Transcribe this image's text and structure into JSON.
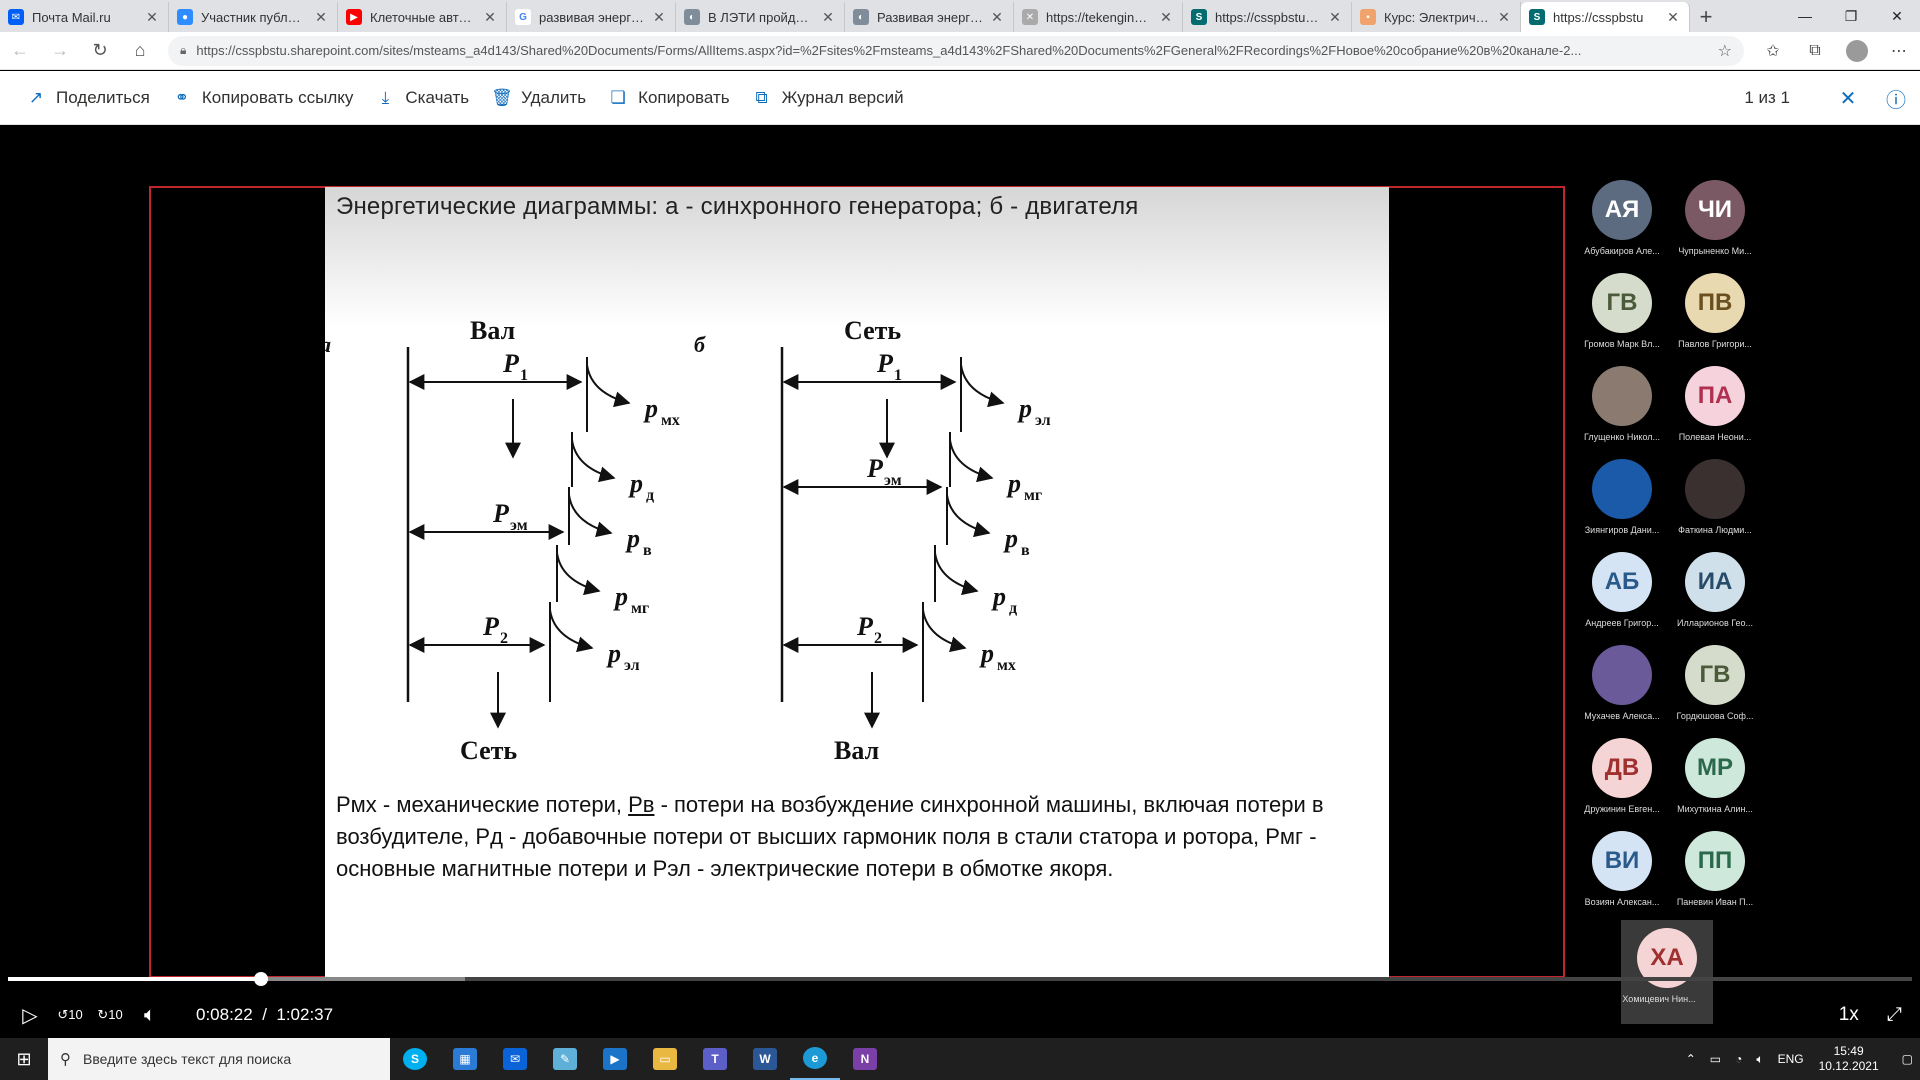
{
  "browser": {
    "tabs": [
      {
        "title": "Почта Mail.ru",
        "color": "#005ff9",
        "glyph": "✉",
        "active": false
      },
      {
        "title": "Участник публикации",
        "color": "#2d8cff",
        "glyph": "●",
        "active": false
      },
      {
        "title": "Клеточные автоматы",
        "color": "#ff0000",
        "glyph": "▶",
        "active": false
      },
      {
        "title": "развивая энергетику",
        "color": "#ffffff",
        "glyph": "G",
        "active": false
      },
      {
        "title": "В ЛЭТИ пройдет конференция",
        "color": "#7f8c9a",
        "glyph": "◐",
        "active": false
      },
      {
        "title": "Развивая энергетику",
        "color": "#7f8c9a",
        "glyph": "◐",
        "active": false
      },
      {
        "title": "https://tekengineering",
        "color": "#aaaaaa",
        "glyph": "✕",
        "active": false
      },
      {
        "title": "https://csspbstu.sharepoint",
        "color": "#036c70",
        "glyph": "S",
        "active": false
      },
      {
        "title": "Курс: Электрические",
        "color": "#f0a36c",
        "glyph": "▪",
        "active": false
      },
      {
        "title": "https://csspbstu",
        "color": "#036c70",
        "glyph": "S",
        "active": true
      }
    ],
    "url": "https://csspbstu.sharepoint.com/sites/msteams_a4d143/Shared%20Documents/Forms/AllItems.aspx?id=%2Fsites%2Fmsteams_a4d143%2FShared%20Documents%2FGeneral%2FRecordings%2FНовое%20собрание%20в%20канале-2..."
  },
  "commands": {
    "share": "Поделиться",
    "copy_link": "Копировать ссылку",
    "download": "Скачать",
    "delete": "Удалить",
    "copy": "Копировать",
    "versions": "Журнал версий",
    "pager": "1 из 1"
  },
  "slide": {
    "title": "Энергетические диаграммы: а - синхронного генератора; б - двигателя",
    "diag_a": {
      "label": "а",
      "top": "Вал",
      "bottom": "Сеть",
      "p1": "P",
      "p1_sub": "1",
      "pem": "P",
      "pem_sub": "эм",
      "p2": "P",
      "p2_sub": "2",
      "losses": [
        {
          "main": "p",
          "sub": "мх"
        },
        {
          "main": "p",
          "sub": "д"
        },
        {
          "main": "p",
          "sub": "в"
        },
        {
          "main": "p",
          "sub": "мг"
        },
        {
          "main": "p",
          "sub": "эл"
        }
      ]
    },
    "diag_b": {
      "label": "б",
      "top": "Сеть",
      "bottom": "Вал",
      "p1": "P",
      "p1_sub": "1",
      "pem": "P",
      "pem_sub": "эм",
      "p2": "P",
      "p2_sub": "2",
      "losses": [
        {
          "main": "p",
          "sub": "эл"
        },
        {
          "main": "p",
          "sub": "мг"
        },
        {
          "main": "p",
          "sub": "в"
        },
        {
          "main": "p",
          "sub": "д"
        },
        {
          "main": "p",
          "sub": "мх"
        }
      ]
    },
    "legend_1": "Pмх - механические потери, ",
    "legend_pv": "Pв",
    "legend_2": " - потери на возбуждение синхронной машины, включая потери в возбудителе, Pд - добавочные потери от высших гармоник поля в стали статора и ротора, Pмг - основные магнитные потери и Pэл - электрические потери в обмотке якоря."
  },
  "participants": [
    {
      "initials": "АЯ",
      "name": "Абубакиров Але...",
      "bg": "#5c6b7f",
      "fg": "#ffffff"
    },
    {
      "initials": "ЧИ",
      "name": "Чупрыненко Ми...",
      "bg": "#7a5964",
      "fg": "#ffffff"
    },
    {
      "initials": "ГВ",
      "name": "Громов Марк Вл...",
      "bg": "#d6dccb",
      "fg": "#4a5a3a"
    },
    {
      "initials": "ПВ",
      "name": "Павлов Григори...",
      "bg": "#e8d9b0",
      "fg": "#6a5020"
    },
    {
      "initials": "",
      "name": "Глущенко Никол...",
      "bg": "#8a7a70",
      "fg": "#ffffff"
    },
    {
      "initials": "ПА",
      "name": "Полевая Неони...",
      "bg": "#f6d2dc",
      "fg": "#b03050"
    },
    {
      "initials": "",
      "name": "Зиянгиров Дани...",
      "bg": "#1b5aa8",
      "fg": "#ffffff"
    },
    {
      "initials": "",
      "name": "Фаткина Людми...",
      "bg": "#3a3030",
      "fg": "#ffffff"
    },
    {
      "initials": "АБ",
      "name": "Андреев Григор...",
      "bg": "#d4e4f4",
      "fg": "#2a5a8a"
    },
    {
      "initials": "ИА",
      "name": "Илларионов Гео...",
      "bg": "#cfe0ea",
      "fg": "#2a4a6a"
    },
    {
      "initials": "",
      "name": "Мухачев Алекса...",
      "bg": "#6a5a9a",
      "fg": "#ffffff"
    },
    {
      "initials": "ГВ",
      "name": "Гордюшова Соф...",
      "bg": "#d6dccb",
      "fg": "#4a5a3a"
    },
    {
      "initials": "ДВ",
      "name": "Дружинин Евген...",
      "bg": "#f4d4d4",
      "fg": "#a03030"
    },
    {
      "initials": "МР",
      "name": "Михуткина Алин...",
      "bg": "#cfe8dc",
      "fg": "#2a6a4a"
    },
    {
      "initials": "ВИ",
      "name": "Возиян Алексан...",
      "bg": "#d4e4f4",
      "fg": "#2a5a8a"
    },
    {
      "initials": "ПП",
      "name": "Паневин Иван П...",
      "bg": "#cfe8dc",
      "fg": "#2a6a4a"
    },
    {
      "initials": "ХА",
      "name": "Хомицевич Нин...",
      "bg": "#f4d4d4",
      "fg": "#a03030"
    }
  ],
  "player": {
    "current": "0:08:22",
    "separator": "/",
    "total": "1:02:37",
    "speed": "1x",
    "skip_back": "10",
    "skip_fwd": "10",
    "played_fraction": 0.133,
    "buffered_fraction": 0.24
  },
  "taskbar": {
    "search_placeholder": "Введите здесь текст для поиска",
    "lang": "ENG",
    "time": "15:49",
    "date": "10.12.2021"
  }
}
